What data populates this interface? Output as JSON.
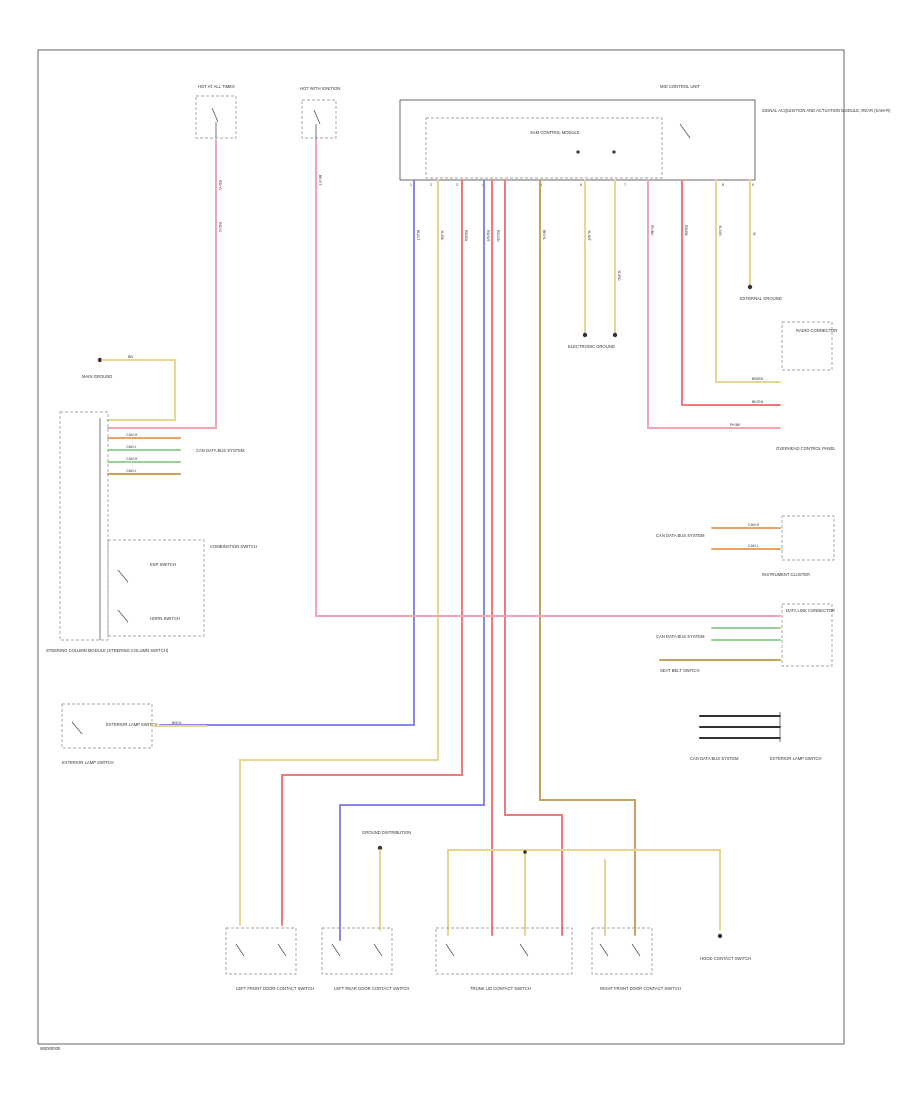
{
  "diagram": {
    "footer_code": "W0000000",
    "colors": {
      "yellow": "#e8d690",
      "red": "#f07a7a",
      "pink": "#f5a3b3",
      "blue": "#8888e8",
      "green": "#98d498",
      "orange": "#f0a060",
      "brown": "#c8a060",
      "black": "#333333"
    },
    "components": {
      "mid_control_unit": "MID CONTROL UNIT",
      "top_left_fuse": "HOT AT ALL TIMES",
      "top_mid_fuse": "HOT WITH IGNITION",
      "main_module": "SAM CONTROL MODULE",
      "main_module_side": "SIGNAL ACQUISITION AND ACTUATION MODULE, REAR (SAM-R)",
      "mid_ground": "ELECTRONIC GROUND",
      "right_ground": "EXTERNAL GROUND",
      "ground_left": "MAIN GROUND",
      "data_link_1": "CAN DATA BUS SYSTEM",
      "data_link_2": "CAN DATA BUS SYSTEM",
      "data_link_3": "CAN DATA BUS SYSTEM",
      "data_link_4": "CAN DATA BUS SYSTEM",
      "steering_column": "STEERING COLUMN MODULE (STEERING COLUMN SWITCH)",
      "combination_switch": "COMBINATION SWITCH",
      "switch_a": "ESP SWITCH",
      "switch_b": "HORN SWITCH",
      "instrument_cluster": "INSTRUMENT CLUSTER",
      "radio_connector": "RADIO CONNECTOR",
      "seat_switch": "SEAT BELT SWITCH",
      "overhead": "OVERHEAD CONTROL PANEL",
      "data_link_right": "DATA LINK CONNECTOR",
      "exterior_lamp_switch": "EXTERIOR LAMP SWITCH",
      "exterior_lamp_short": "EXTERIOR LAMP SWITCH",
      "mid_ground_bottom": "GROUND DISTRIBUTION",
      "bottom_1": "LEFT FRONT DOOR CONTACT SWITCH",
      "bottom_2": "LEFT REAR DOOR CONTACT SWITCH",
      "bottom_3": "TRUNK LID CONTACT SWITCH",
      "bottom_4": "RIGHT FRONT DOOR CONTACT SWITCH",
      "bottom_5": "HOOD CONTACT SWITCH"
    },
    "wire_labels": {
      "w_left_red": "RD/YL",
      "w_left_yellow": "BK/YL",
      "w_mid_black": "BK/VT",
      "w_blue": "BU/VT",
      "w_yel1": "YL/BK",
      "w_red1": "RD/BU",
      "w_red2": "RD/WT",
      "w_red3": "RD/GN",
      "w_brown": "BN/YL",
      "w_yel2": "YL/WT",
      "w_yel3": "YL/RD",
      "w_pink": "PK/BK",
      "w_red4": "RD/BK",
      "w_yel4": "YL/GN",
      "w_yel5": "YL",
      "w_gnd": "BN",
      "w_can_h": "CAN H",
      "w_can_l": "CAN L",
      "w_sw": "BN/RD",
      "w_sw2": "BK/GN"
    },
    "pins": {
      "p1": "1",
      "p2": "2",
      "p3": "3",
      "p4": "4",
      "p5": "5",
      "p6": "6",
      "p7": "7",
      "p8": "8",
      "p9": "9"
    }
  }
}
